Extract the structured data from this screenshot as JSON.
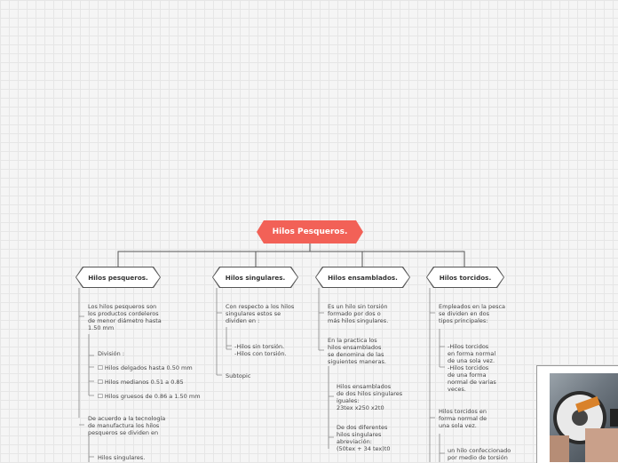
{
  "root": {
    "label": "Hilos Pesqueros."
  },
  "branches": [
    {
      "label": "Hilos pesqueros."
    },
    {
      "label": "Hilos singulares."
    },
    {
      "label": "Hilos ensamblados."
    },
    {
      "label": "Hilos torcidos."
    }
  ],
  "texts": {
    "b1": {
      "t1": "Los hilos pesqueros son\nlos productos cordeleros\nde menor diámetro hasta\n1.50 mm",
      "t2": "División :",
      "t3": "☐ Hilos delgados hasta 0.50 mm",
      "t4": "☐ Hilos medianos 0.51 a 0.85",
      "t5": "☐ Hilos gruesos de 0.86 a 1.50 mm",
      "t6": "De acuerdo a la tecnología\nde manufactura los hilos\npesqueros se dividen en",
      "t7": "Hilos singulares."
    },
    "b2": {
      "t1": "Con respecto a los hilos\nsingulares estos se\ndividen en :",
      "t2": "-Hilos sin torsión.\n-Hilos con torsión.",
      "t3": "Subtopic"
    },
    "b3": {
      "t1": "Es un hilo sin torsión\nformado por dos o\nmás hilos singulares.",
      "t2": "En la practica los\nhilos ensamblados\nse denomina de las\nsiguientes maneras.",
      "t3": "Hilos ensamblados\nde dos hilos singulares\niguales:\n23tex x250 x2t0",
      "t4": "De dos diferentes\nhilos singulares\nabreviación:\n(50tex + 34 tex)t0"
    },
    "b4": {
      "t1": "Empleados en la pesca\nse dividen en dos\ntipos principales:",
      "t2": "-Hilos torcidos\nen forma normal\nde una sola vez.\n-Hilos torcidos\nde una forma\nnormal de varias\nveces.",
      "t3": "Hilos torcidos en\nforma normal de\nuna sola vez.",
      "t4": "un hilo confeccionado\npor medio de torsión"
    }
  }
}
